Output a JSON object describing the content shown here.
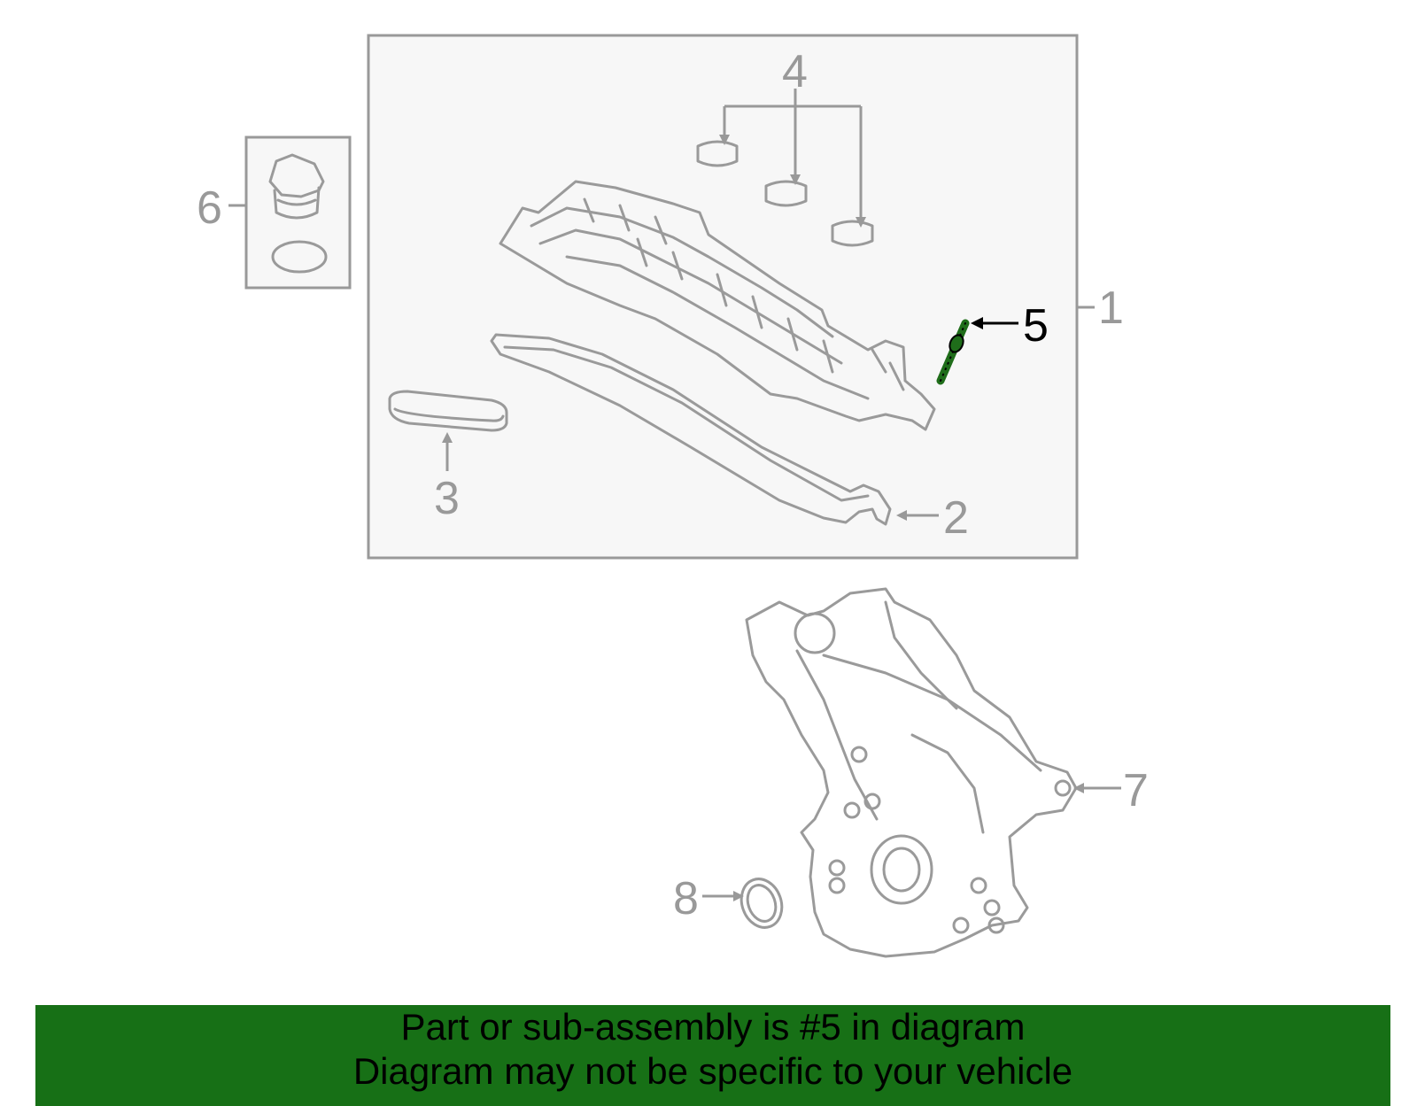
{
  "callouts": {
    "c1": "1",
    "c2": "2",
    "c3": "3",
    "c4": "4",
    "c5": "5",
    "c6": "6",
    "c7": "7",
    "c8": "8"
  },
  "highlighted_part": "5",
  "highlight_color": "#1f6d1a",
  "footer": {
    "background": "#177016",
    "line1": "Part or sub-assembly is #5 in diagram",
    "line2": "Diagram may not be specific to your vehicle"
  }
}
